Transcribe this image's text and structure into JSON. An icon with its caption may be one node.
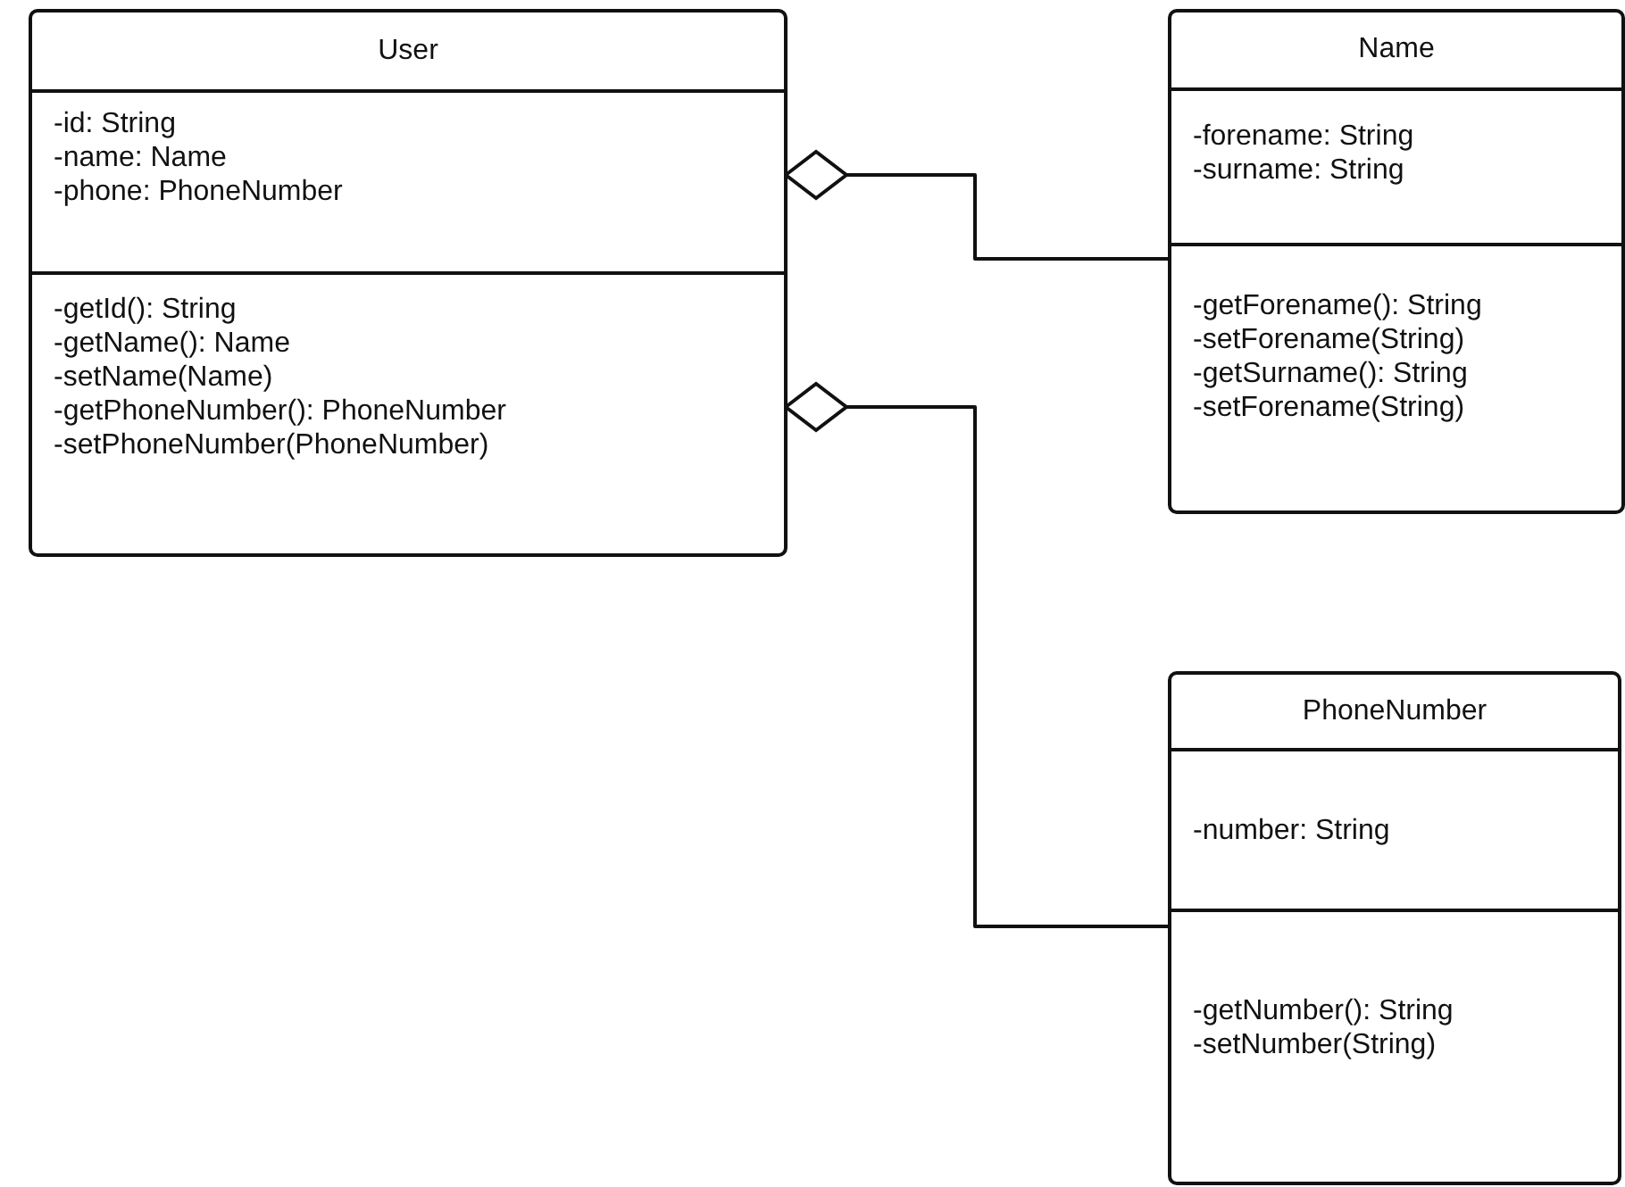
{
  "diagram": {
    "nodes": [
      {
        "text": [
          "User"
        ]
      },
      {
        "text": [
          "-id: String",
          "-name: Name",
          "-phone: PhoneNumber"
        ],
        "in": 0
      },
      {
        "text": [
          "-getId(): String",
          "-getName(): Name",
          "-setName(Name)",
          "-getPhoneNumber(): PhoneNumber",
          "-setPhoneNumber(PhoneNumber)"
        ],
        "in": 0
      },
      {
        "text": [
          "Name"
        ]
      },
      {
        "text": [
          "-forename: String",
          "-surname: String"
        ],
        "in": 3
      },
      {
        "text": [
          "-getForename(): String",
          "-setForename(String)",
          "-getSurname(): String",
          "-setForename(String)"
        ],
        "in": 3
      },
      {
        "text": [
          "PhoneNumber"
        ]
      },
      {
        "text": [
          "-number: String"
        ],
        "in": 6
      },
      {
        "text": [
          "-getNumber(): String",
          "-setNumber(String)"
        ],
        "in": 6
      }
    ],
    "edges": [
      {
        "from": 0,
        "to": 3,
        "arrow": "other"
      },
      {
        "from": 0,
        "to": 6,
        "arrow": "other"
      }
    ]
  }
}
